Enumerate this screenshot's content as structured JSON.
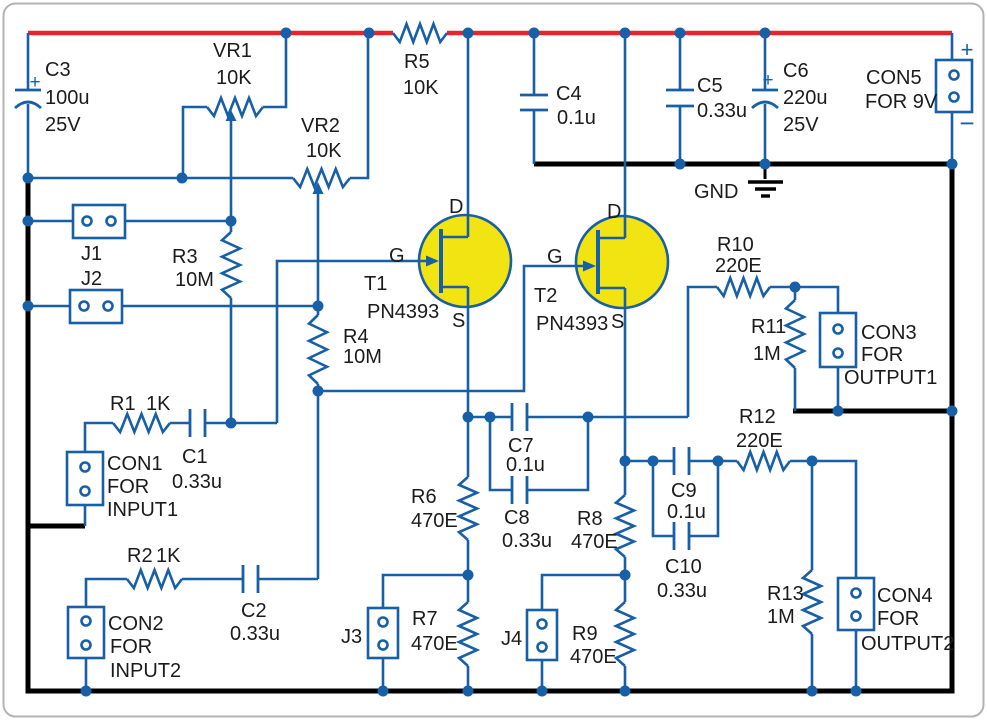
{
  "figure": {
    "kind": "circuit-schematic",
    "description": "Two-JFET preamplifier schematic with 9V supply"
  },
  "colors": {
    "wire": "#175fa6",
    "rail_pos": "#e8262a",
    "ground": "#000000",
    "jfet_fill": "#f2e312",
    "label": "#1b1b1b",
    "frame": "#b3b3b3",
    "background": "#ffffff"
  },
  "power": {
    "gnd": "GND",
    "plus": "+",
    "minus": "−"
  },
  "pins": {
    "drain": "D",
    "gate": "G",
    "source": "S"
  },
  "components": {
    "resistors": [
      {
        "name": "R1",
        "value": "1K"
      },
      {
        "name": "R2",
        "value": "1K"
      },
      {
        "name": "R3",
        "value": "10M"
      },
      {
        "name": "R4",
        "value": "10M"
      },
      {
        "name": "R5",
        "value": "10K"
      },
      {
        "name": "R6",
        "value": "470E"
      },
      {
        "name": "R7",
        "value": "470E"
      },
      {
        "name": "R8",
        "value": "470E"
      },
      {
        "name": "R9",
        "value": "470E"
      },
      {
        "name": "R10",
        "value": "220E"
      },
      {
        "name": "R11",
        "value": "1M"
      },
      {
        "name": "R12",
        "value": "220E"
      },
      {
        "name": "R13",
        "value": "1M"
      }
    ],
    "potentiometers": [
      {
        "name": "VR1",
        "value": "10K"
      },
      {
        "name": "VR2",
        "value": "10K"
      }
    ],
    "capacitors": [
      {
        "name": "C1",
        "value": "0.33u"
      },
      {
        "name": "C2",
        "value": "0.33u"
      },
      {
        "name": "C3",
        "value": "100u",
        "voltage": "25V"
      },
      {
        "name": "C4",
        "value": "0.1u"
      },
      {
        "name": "C5",
        "value": "0.33u"
      },
      {
        "name": "C6",
        "value": "220u",
        "voltage": "25V"
      },
      {
        "name": "C7",
        "value": "0.1u"
      },
      {
        "name": "C8",
        "value": "0.33u"
      },
      {
        "name": "C9",
        "value": "0.1u"
      },
      {
        "name": "C10",
        "value": "0.33u"
      }
    ],
    "transistors": [
      {
        "name": "T1",
        "part": "PN4393"
      },
      {
        "name": "T2",
        "part": "PN4393"
      }
    ],
    "jumpers": [
      {
        "name": "J1"
      },
      {
        "name": "J2"
      },
      {
        "name": "J3"
      },
      {
        "name": "J4"
      }
    ],
    "connectors": [
      {
        "name": "CON1",
        "lines": [
          "FOR",
          "INPUT1"
        ]
      },
      {
        "name": "CON2",
        "lines": [
          "FOR",
          "INPUT2"
        ]
      },
      {
        "name": "CON3",
        "lines": [
          "FOR",
          "OUTPUT1"
        ]
      },
      {
        "name": "CON4",
        "lines": [
          "FOR",
          "OUTPUT2"
        ]
      },
      {
        "name": "CON5",
        "lines": [
          "FOR 9V"
        ]
      }
    ]
  }
}
